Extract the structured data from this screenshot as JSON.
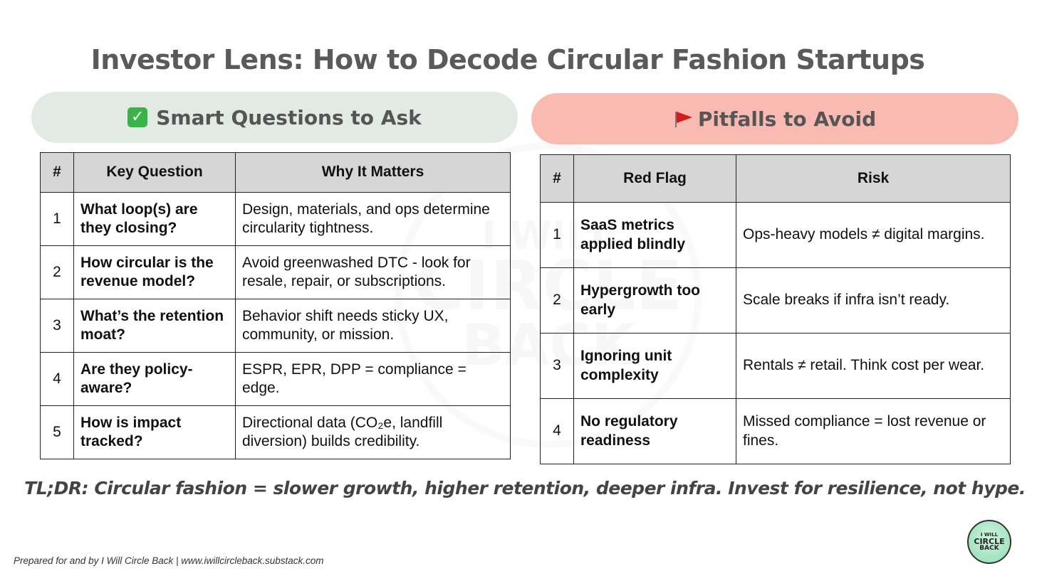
{
  "title": "Investor Lens: How to Decode Circular Fashion Startups",
  "left_section": {
    "heading": "Smart Questions to Ask",
    "icon": "check-mark-icon",
    "columns": [
      "#",
      "Key Question",
      "Why It Matters"
    ],
    "rows": [
      {
        "num": "1",
        "question": "What loop(s) are they closing?",
        "why": "Design, materials, and ops determine circularity tightness."
      },
      {
        "num": "2",
        "question": "How circular is the revenue model?",
        "why": "Avoid greenwashed DTC - look for resale, repair, or subscriptions."
      },
      {
        "num": "3",
        "question": "What’s the retention moat?",
        "why": "Behavior shift needs sticky UX, community, or mission."
      },
      {
        "num": "4",
        "question": "Are they policy-aware?",
        "why": "ESPR, EPR, DPP = compliance = edge."
      },
      {
        "num": "5",
        "question": "How is impact tracked?",
        "why": "Directional data (CO₂e, landfill diversion) builds credibility."
      }
    ]
  },
  "right_section": {
    "heading": "Pitfalls to Avoid",
    "icon": "red-flag-icon",
    "columns": [
      "#",
      "Red Flag",
      "Risk"
    ],
    "rows": [
      {
        "num": "1",
        "flag": "SaaS metrics applied blindly",
        "risk": "Ops-heavy models ≠ digital margins."
      },
      {
        "num": "2",
        "flag": "Hypergrowth too early",
        "risk": "Scale breaks if infra isn’t ready."
      },
      {
        "num": "3",
        "flag": "Ignoring unit complexity",
        "risk": "Rentals ≠ retail. Think cost per wear."
      },
      {
        "num": "4",
        "flag": "No regulatory readiness",
        "risk": "Missed compliance = lost revenue or fines."
      }
    ]
  },
  "tldr": "TL;DR: Circular fashion = slower growth, higher retention, deeper infra. Invest for resilience, not hype.",
  "footer": "Prepared for and by I Will Circle Back | www.iwillcircleback.substack.com",
  "logo": {
    "line1": "I WILL",
    "line2": "CIRCLE",
    "line3": "BACK"
  },
  "colors": {
    "left_pill": "#e1ebe4",
    "right_pill": "#f9bbb1",
    "header_fill": "#d6d6d6",
    "title": "#5a5a5a"
  }
}
